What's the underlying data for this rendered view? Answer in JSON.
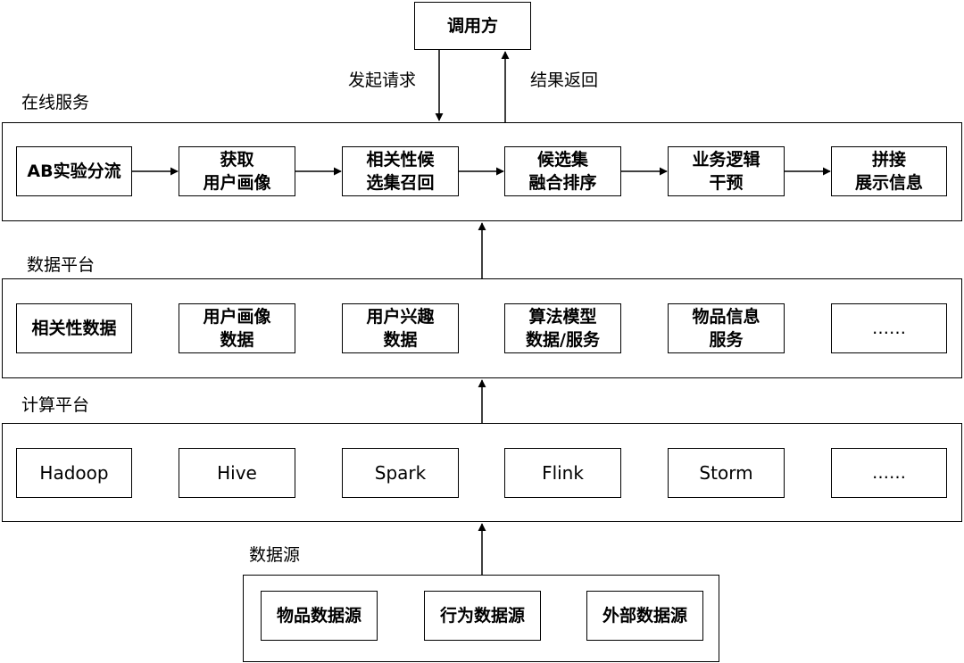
{
  "caller": {
    "label": "调用方"
  },
  "arrows": {
    "request": "发起请求",
    "result": "结果返回"
  },
  "online": {
    "title": "在线服务",
    "steps": [
      {
        "label": "AB实验分流"
      },
      {
        "label": "获取\n用户画像"
      },
      {
        "label": "相关性候\n选集召回"
      },
      {
        "label": "候选集\n融合排序"
      },
      {
        "label": "业务逻辑\n干预"
      },
      {
        "label": "拼接\n展示信息"
      }
    ]
  },
  "data_platform": {
    "title": "数据平台",
    "items": [
      {
        "label": "相关性数据"
      },
      {
        "label": "用户画像\n数据"
      },
      {
        "label": "用户兴趣\n数据"
      },
      {
        "label": "算法模型\n数据/服务"
      },
      {
        "label": "物品信息\n服务"
      },
      {
        "label": "……"
      }
    ]
  },
  "compute_platform": {
    "title": "计算平台",
    "items": [
      {
        "label": "Hadoop"
      },
      {
        "label": "Hive"
      },
      {
        "label": "Spark"
      },
      {
        "label": "Flink"
      },
      {
        "label": "Storm"
      },
      {
        "label": "……"
      }
    ]
  },
  "data_source": {
    "title": "数据源",
    "items": [
      {
        "label": "物品数据源"
      },
      {
        "label": "行为数据源"
      },
      {
        "label": "外部数据源"
      }
    ]
  }
}
